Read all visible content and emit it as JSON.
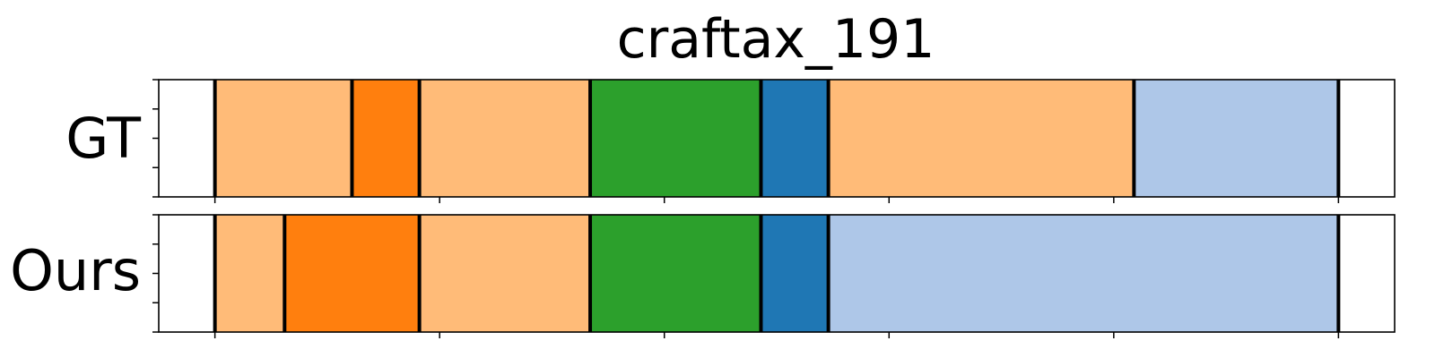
{
  "chart_data": {
    "type": "bar",
    "title": "craftax_191",
    "xlim": [
      0,
      550
    ],
    "xticks": [
      25,
      125,
      225,
      325,
      425,
      525
    ],
    "rows": [
      {
        "label": "GT",
        "segments": [
          {
            "start": 25,
            "end": 86,
            "color": "#ffbb78"
          },
          {
            "start": 86,
            "end": 116,
            "color": "#ff7f0e"
          },
          {
            "start": 116,
            "end": 192,
            "color": "#ffbb78"
          },
          {
            "start": 192,
            "end": 268,
            "color": "#2ca02c"
          },
          {
            "start": 268,
            "end": 298,
            "color": "#1f77b4"
          },
          {
            "start": 298,
            "end": 434,
            "color": "#ffbb78"
          },
          {
            "start": 434,
            "end": 525,
            "color": "#aec7e8"
          }
        ]
      },
      {
        "label": "Ours",
        "segments": [
          {
            "start": 25,
            "end": 56,
            "color": "#ffbb78"
          },
          {
            "start": 56,
            "end": 116,
            "color": "#ff7f0e"
          },
          {
            "start": 116,
            "end": 192,
            "color": "#ffbb78"
          },
          {
            "start": 192,
            "end": 268,
            "color": "#2ca02c"
          },
          {
            "start": 268,
            "end": 298,
            "color": "#1f77b4"
          },
          {
            "start": 298,
            "end": 525,
            "color": "#aec7e8"
          }
        ]
      }
    ]
  }
}
